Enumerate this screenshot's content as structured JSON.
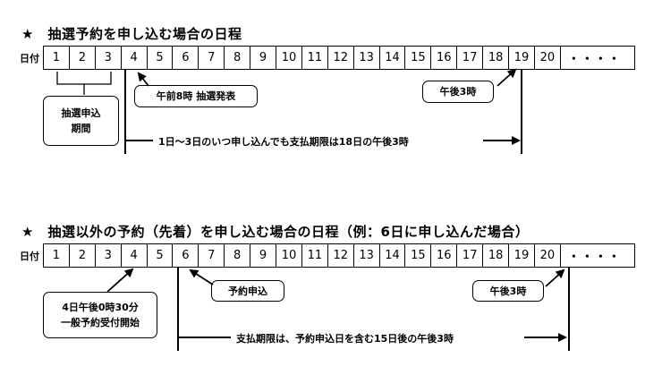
{
  "section1": {
    "title": "★　抽選予約を申し込む場合の日程",
    "row_label": "日付",
    "days": [
      "1",
      "2",
      "3",
      "4",
      "5",
      "6",
      "7",
      "8",
      "9",
      "10",
      "11",
      "12",
      "13",
      "14",
      "15",
      "16",
      "17",
      "18",
      "19",
      "20"
    ],
    "ellipsis": "・・・・",
    "lottery_box": "抽選申込\n期間",
    "announce_box": "午前8時 抽選発表",
    "deadline_box": "午後3時",
    "deadline_note": "1日～3日のいつ申し込んでも支払期限は18日の午後3時"
  },
  "section2": {
    "title": "★　抽選以外の予約（先着）を申し込む場合の日程（例：6日に申し込んだ場合）",
    "row_label": "日付",
    "days": [
      "1",
      "2",
      "3",
      "4",
      "5",
      "6",
      "7",
      "8",
      "9",
      "10",
      "11",
      "12",
      "13",
      "14",
      "15",
      "16",
      "17",
      "18",
      "19",
      "20"
    ],
    "ellipsis": "・・・・",
    "general_box": "4日午後0時30分\n一般予約受付開始",
    "apply_box": "予約申込",
    "deadline_box": "午後3時",
    "deadline_note": "支払期限は、予約申込日を含む15日後の午後3時"
  }
}
